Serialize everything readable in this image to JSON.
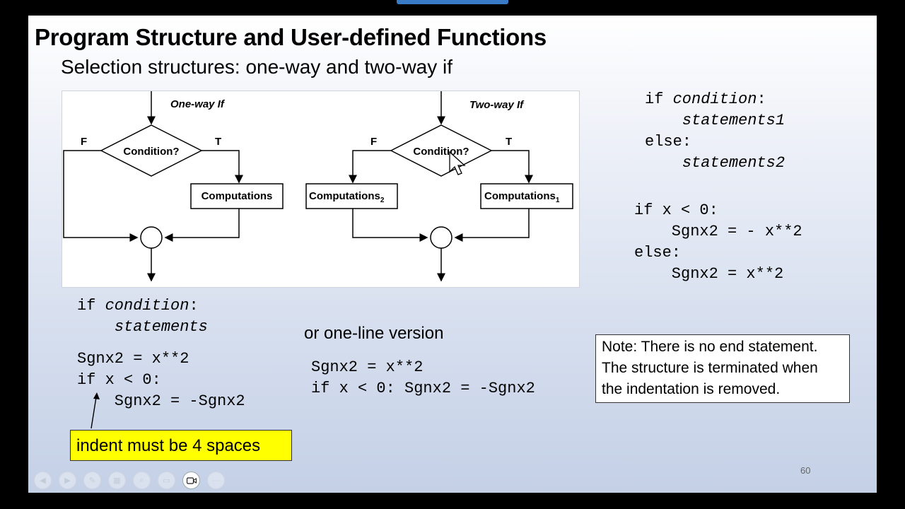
{
  "slide": {
    "title": "Program Structure and User-defined Functions",
    "subtitle": "Selection structures: one-way and two-way if",
    "page_number": "60"
  },
  "diagram": {
    "one_way_label": "One-way If",
    "two_way_label": "Two-way If",
    "false_label": "F",
    "true_label": "T",
    "condition": "Condition?",
    "computations": "Computations",
    "computations2": "Computations",
    "sub2": "2",
    "computations1": "Computations",
    "sub1": "1"
  },
  "right_code": {
    "l1_kw": "if ",
    "l1_cond": "condition",
    "l1_colon": ":",
    "l2": "statements1",
    "l3": "else:",
    "l4": "statements2",
    "example": "if x < 0:\n    Sgnx2 = - x**2\nelse:\n    Sgnx2 = x**2"
  },
  "left_code": {
    "l1_kw": "if ",
    "l1_cond": "condition",
    "l1_colon": ":",
    "l2": "statements",
    "example": "Sgnx2 = x**2\nif x < 0:\n    Sgnx2 = -Sgnx2"
  },
  "middle": {
    "heading": "or one-line version",
    "code": "Sgnx2 = x**2\nif x < 0: Sgnx2 = -Sgnx2"
  },
  "note": {
    "line1": "Note: There is no end statement.",
    "line2": "The structure is terminated when",
    "line3": "the indentation is removed."
  },
  "callout": "indent must be 4 spaces",
  "toolbar": [
    "prev-icon",
    "next-icon",
    "pen-icon",
    "slides-icon",
    "zoom-icon",
    "subtitles-icon",
    "camera-icon",
    "more-icon"
  ]
}
